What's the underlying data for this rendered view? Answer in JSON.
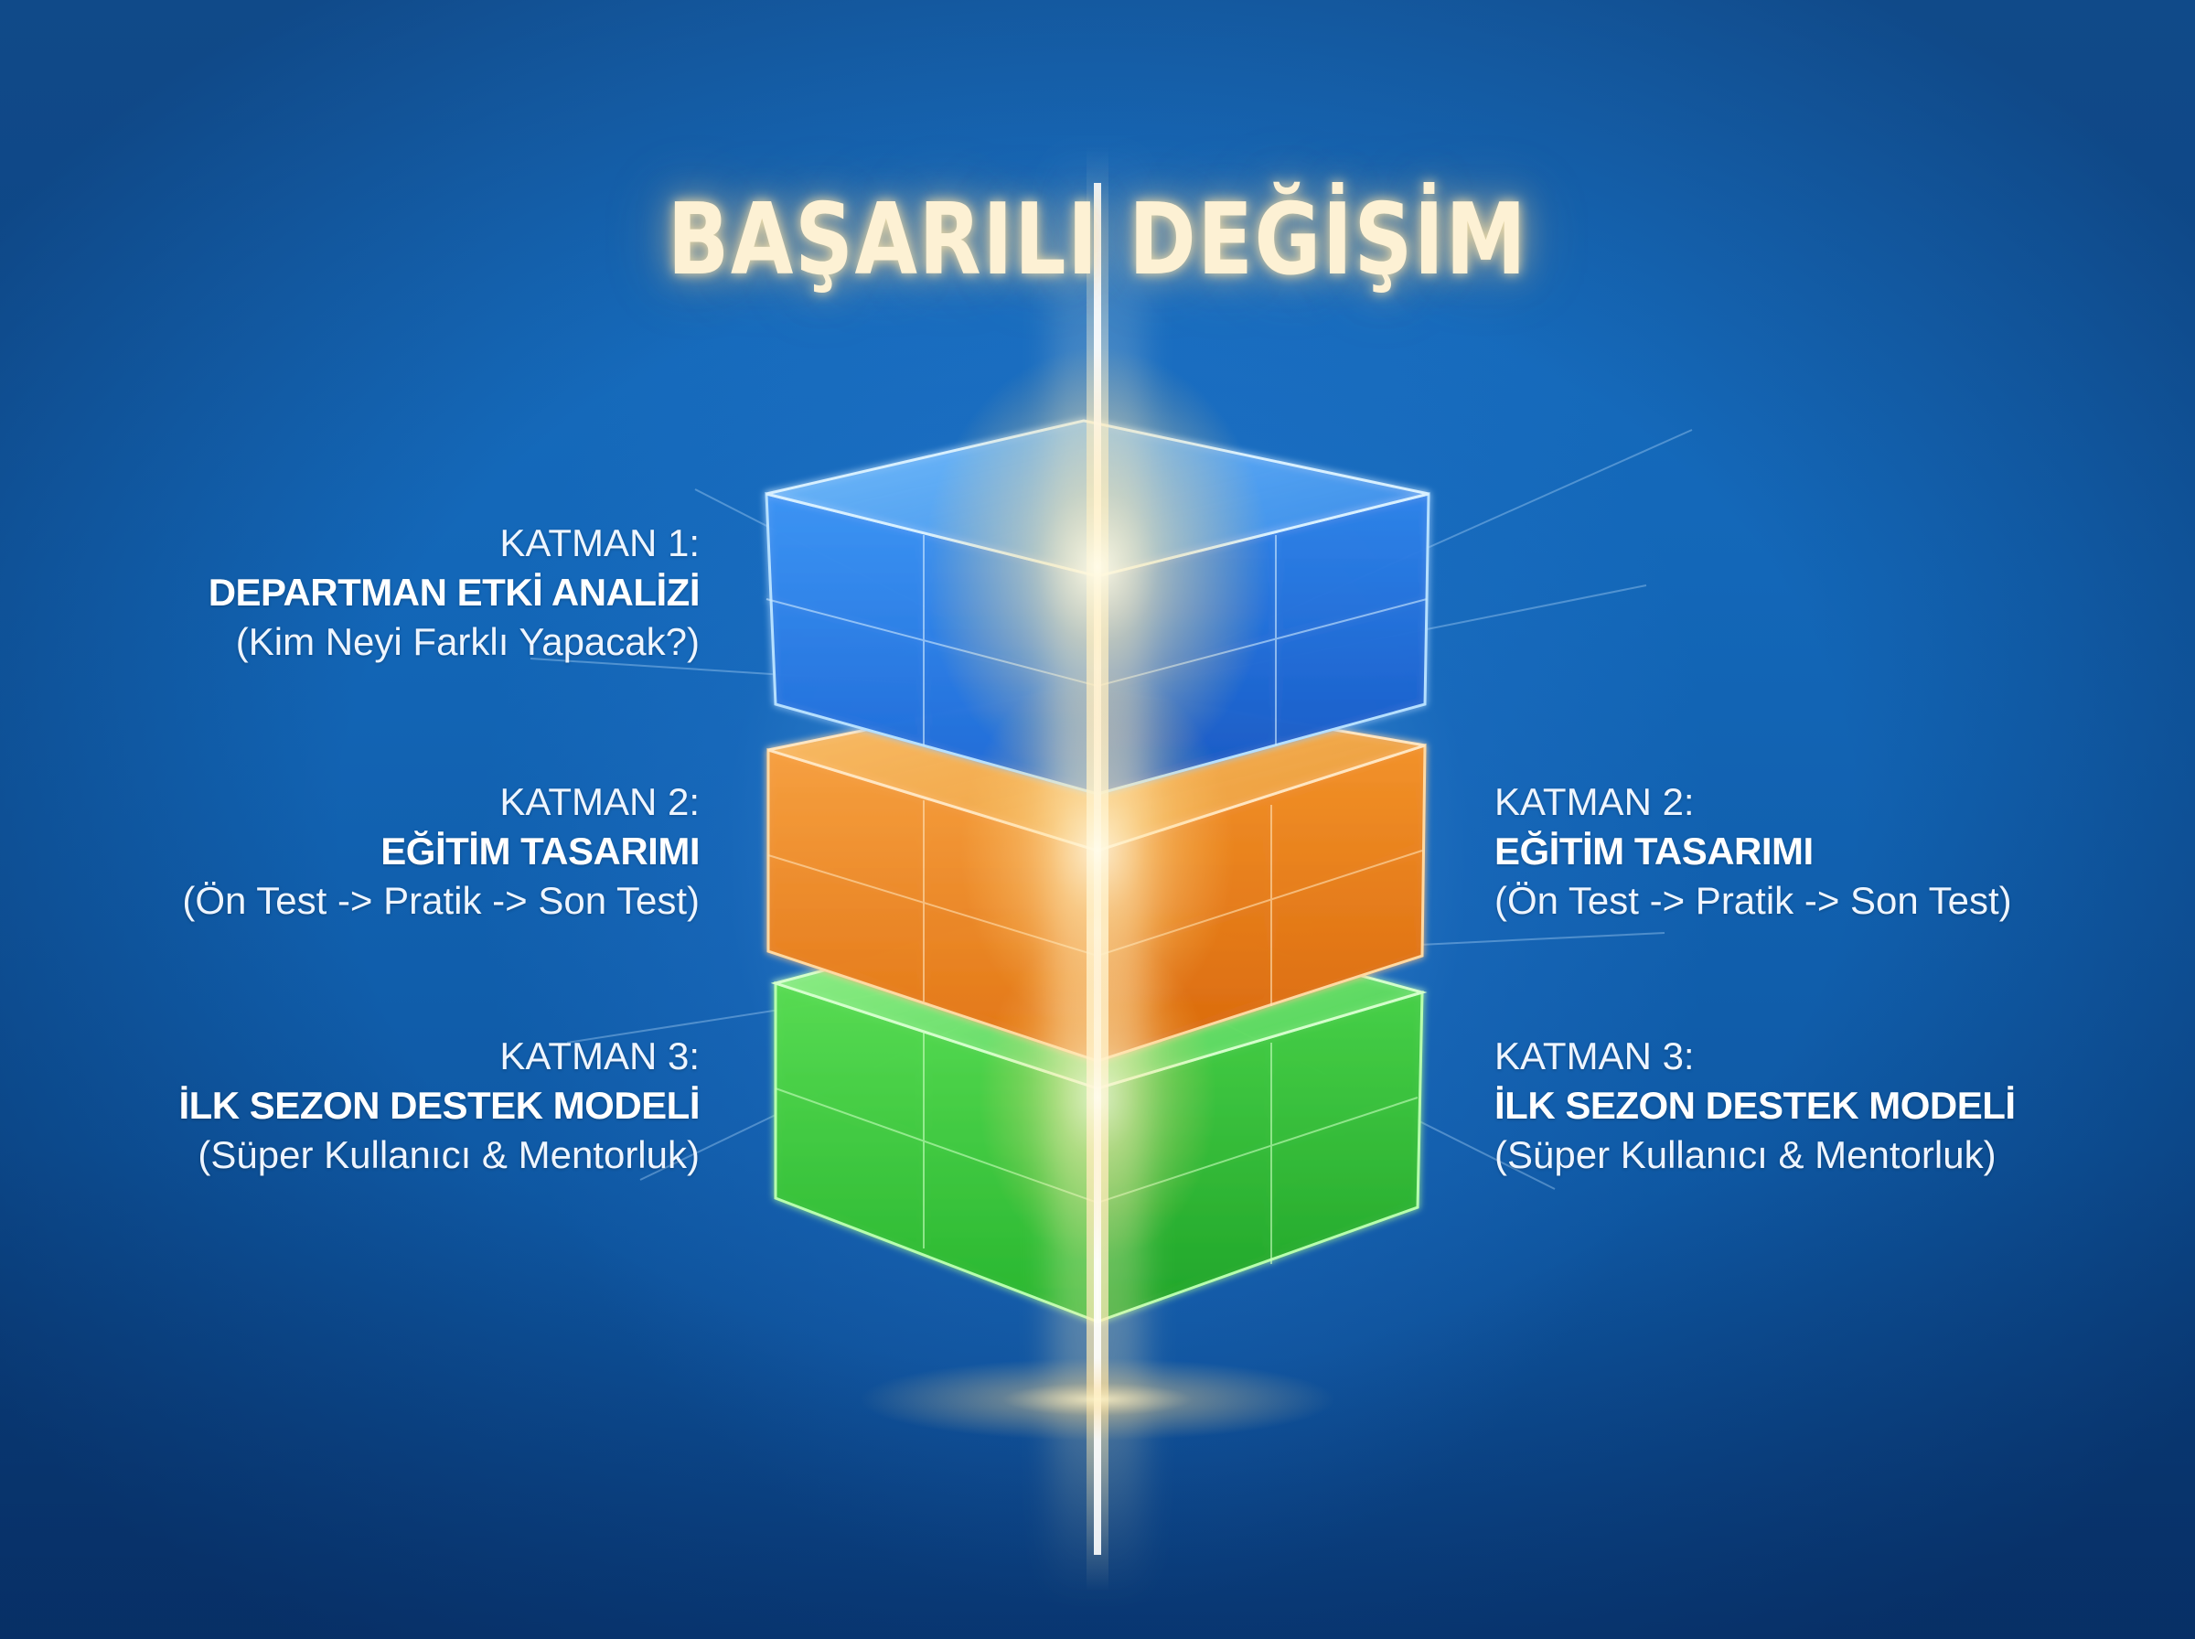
{
  "title": "BAŞARILI DEĞİŞİM",
  "colors": {
    "background": "#1367b8",
    "layer_1": "#2f8cf2",
    "layer_2": "#f38a1c",
    "layer_3": "#3ccf3c",
    "light_beam": "#fff3c8"
  },
  "layers": [
    {
      "number_label": "KATMAN 1:",
      "name": "DEPARTMAN ETKİ ANALİZİ",
      "description": "(Kim Neyi Farklı Yapacak?)",
      "color_name": "blue"
    },
    {
      "number_label": "KATMAN 2:",
      "name": "EĞİTİM TASARIMI",
      "description": "(Ön Test -> Pratik -> Son Test)",
      "color_name": "orange"
    },
    {
      "number_label": "KATMAN 3:",
      "name": "İLK SEZON DESTEK MODELİ",
      "description": "(Süper Kullanıcı & Mentorluk)",
      "color_name": "green"
    }
  ],
  "right_labels": [
    {
      "number_label": "KATMAN 2:",
      "name": "EĞİTİM TASARIMI",
      "description": "(Ön Test -> Pratik -> Son Test)"
    },
    {
      "number_label": "KATMAN 3:",
      "name": "İLK SEZON DESTEK MODELİ",
      "description": "(Süper Kullanıcı & Mentorluk)"
    }
  ]
}
